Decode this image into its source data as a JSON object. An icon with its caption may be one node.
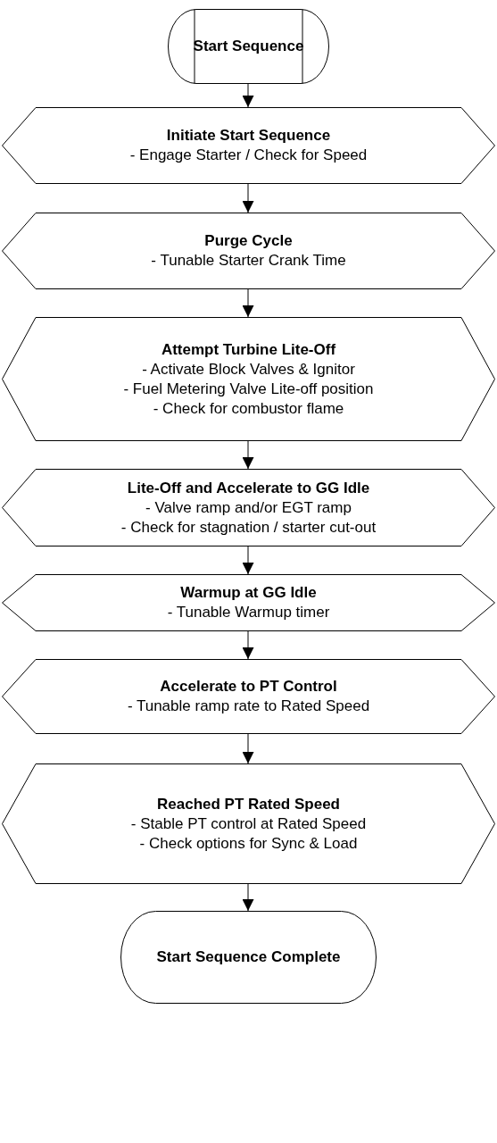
{
  "diagram": {
    "nodes": [
      {
        "text": [
          "Start Sequence"
        ]
      },
      {
        "text": [
          "Initiate Start Sequence",
          "- Engage Starter / Check for Speed"
        ]
      },
      {
        "text": [
          "Purge Cycle",
          "- Tunable Starter Crank Time"
        ]
      },
      {
        "text": [
          "Attempt Turbine Lite-Off",
          "- Activate Block Valves & Ignitor",
          "- Fuel Metering Valve Lite-off position",
          "- Check for combustor flame"
        ]
      },
      {
        "text": [
          "Lite-Off and Accelerate to GG Idle",
          "- Valve ramp and/or EGT ramp",
          "- Check for stagnation / starter cut-out"
        ]
      },
      {
        "text": [
          "Warmup at GG Idle",
          "- Tunable Warmup timer"
        ]
      },
      {
        "text": [
          "Accelerate to PT Control",
          "- Tunable ramp rate to Rated Speed"
        ]
      },
      {
        "text": [
          "Reached PT Rated Speed",
          "- Stable PT control at Rated Speed",
          "- Check options for Sync & Load"
        ]
      },
      {
        "text": [
          "Start Sequence Complete"
        ]
      }
    ],
    "edges": [
      {
        "from": 0,
        "to": 1,
        "arrow": "to"
      },
      {
        "from": 1,
        "to": 2,
        "arrow": "to"
      },
      {
        "from": 2,
        "to": 3,
        "arrow": "to"
      },
      {
        "from": 3,
        "to": 4,
        "arrow": "to"
      },
      {
        "from": 4,
        "to": 5,
        "arrow": "to"
      },
      {
        "from": 5,
        "to": 6,
        "arrow": "to"
      },
      {
        "from": 6,
        "to": 7,
        "arrow": "to"
      },
      {
        "from": 7,
        "to": 8,
        "arrow": "to"
      }
    ]
  }
}
